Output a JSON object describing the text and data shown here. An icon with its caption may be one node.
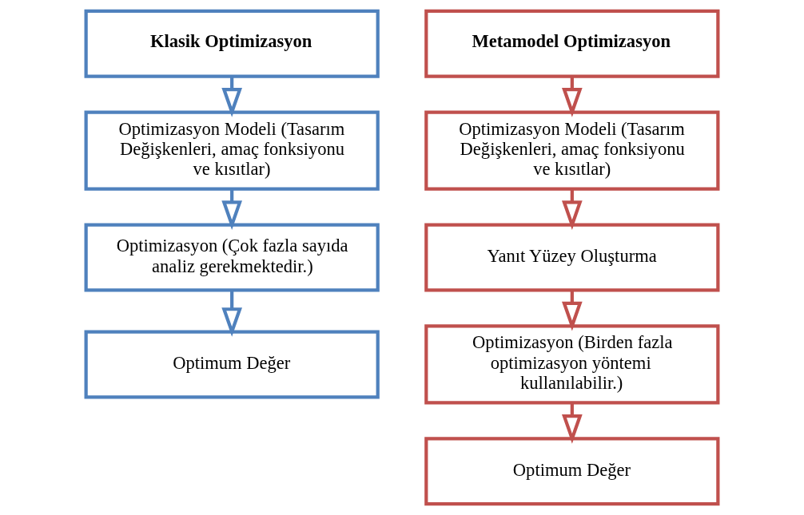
{
  "diagram": {
    "nodes": [
      {
        "text": [
          "Klasik Optimizasyon"
        ]
      },
      {
        "text": [
          "Optimizasyon Modeli (Tasarım Değişkenleri, amaç fonksiyonu ve kısıtlar)"
        ]
      },
      {
        "text": [
          "Optimizasyon (Çok fazla sayıda analiz gerekmektedir.)"
        ]
      },
      {
        "text": [
          "Optimum Değer"
        ]
      },
      {
        "text": [
          "Metamodel Optimizasyon"
        ]
      },
      {
        "text": [
          "Optimizasyon Modeli (Tasarım Değişkenleri, amaç fonksiyonu ve kısıtlar)"
        ]
      },
      {
        "text": [
          "Yanıt Yüzey Oluşturma"
        ]
      },
      {
        "text": [
          "Optimizasyon (Birden fazla optimizasyon yöntemi kullanılabilir.)"
        ]
      },
      {
        "text": [
          "Optimum Değer"
        ]
      }
    ],
    "edges": [
      {
        "from": 0,
        "to": 1,
        "arrow": "to",
        "color": "#4f81bd"
      },
      {
        "from": 1,
        "to": 2,
        "arrow": "to",
        "color": "#4f81bd"
      },
      {
        "from": 2,
        "to": 3,
        "arrow": "to",
        "color": "#4f81bd"
      },
      {
        "from": 4,
        "to": 5,
        "arrow": "to",
        "color": "#c0504d"
      },
      {
        "from": 5,
        "to": 6,
        "arrow": "to",
        "color": "#c0504d"
      },
      {
        "from": 6,
        "to": 7,
        "arrow": "to",
        "color": "#c0504d"
      },
      {
        "from": 7,
        "to": 8,
        "arrow": "to",
        "color": "#c0504d"
      }
    ]
  }
}
